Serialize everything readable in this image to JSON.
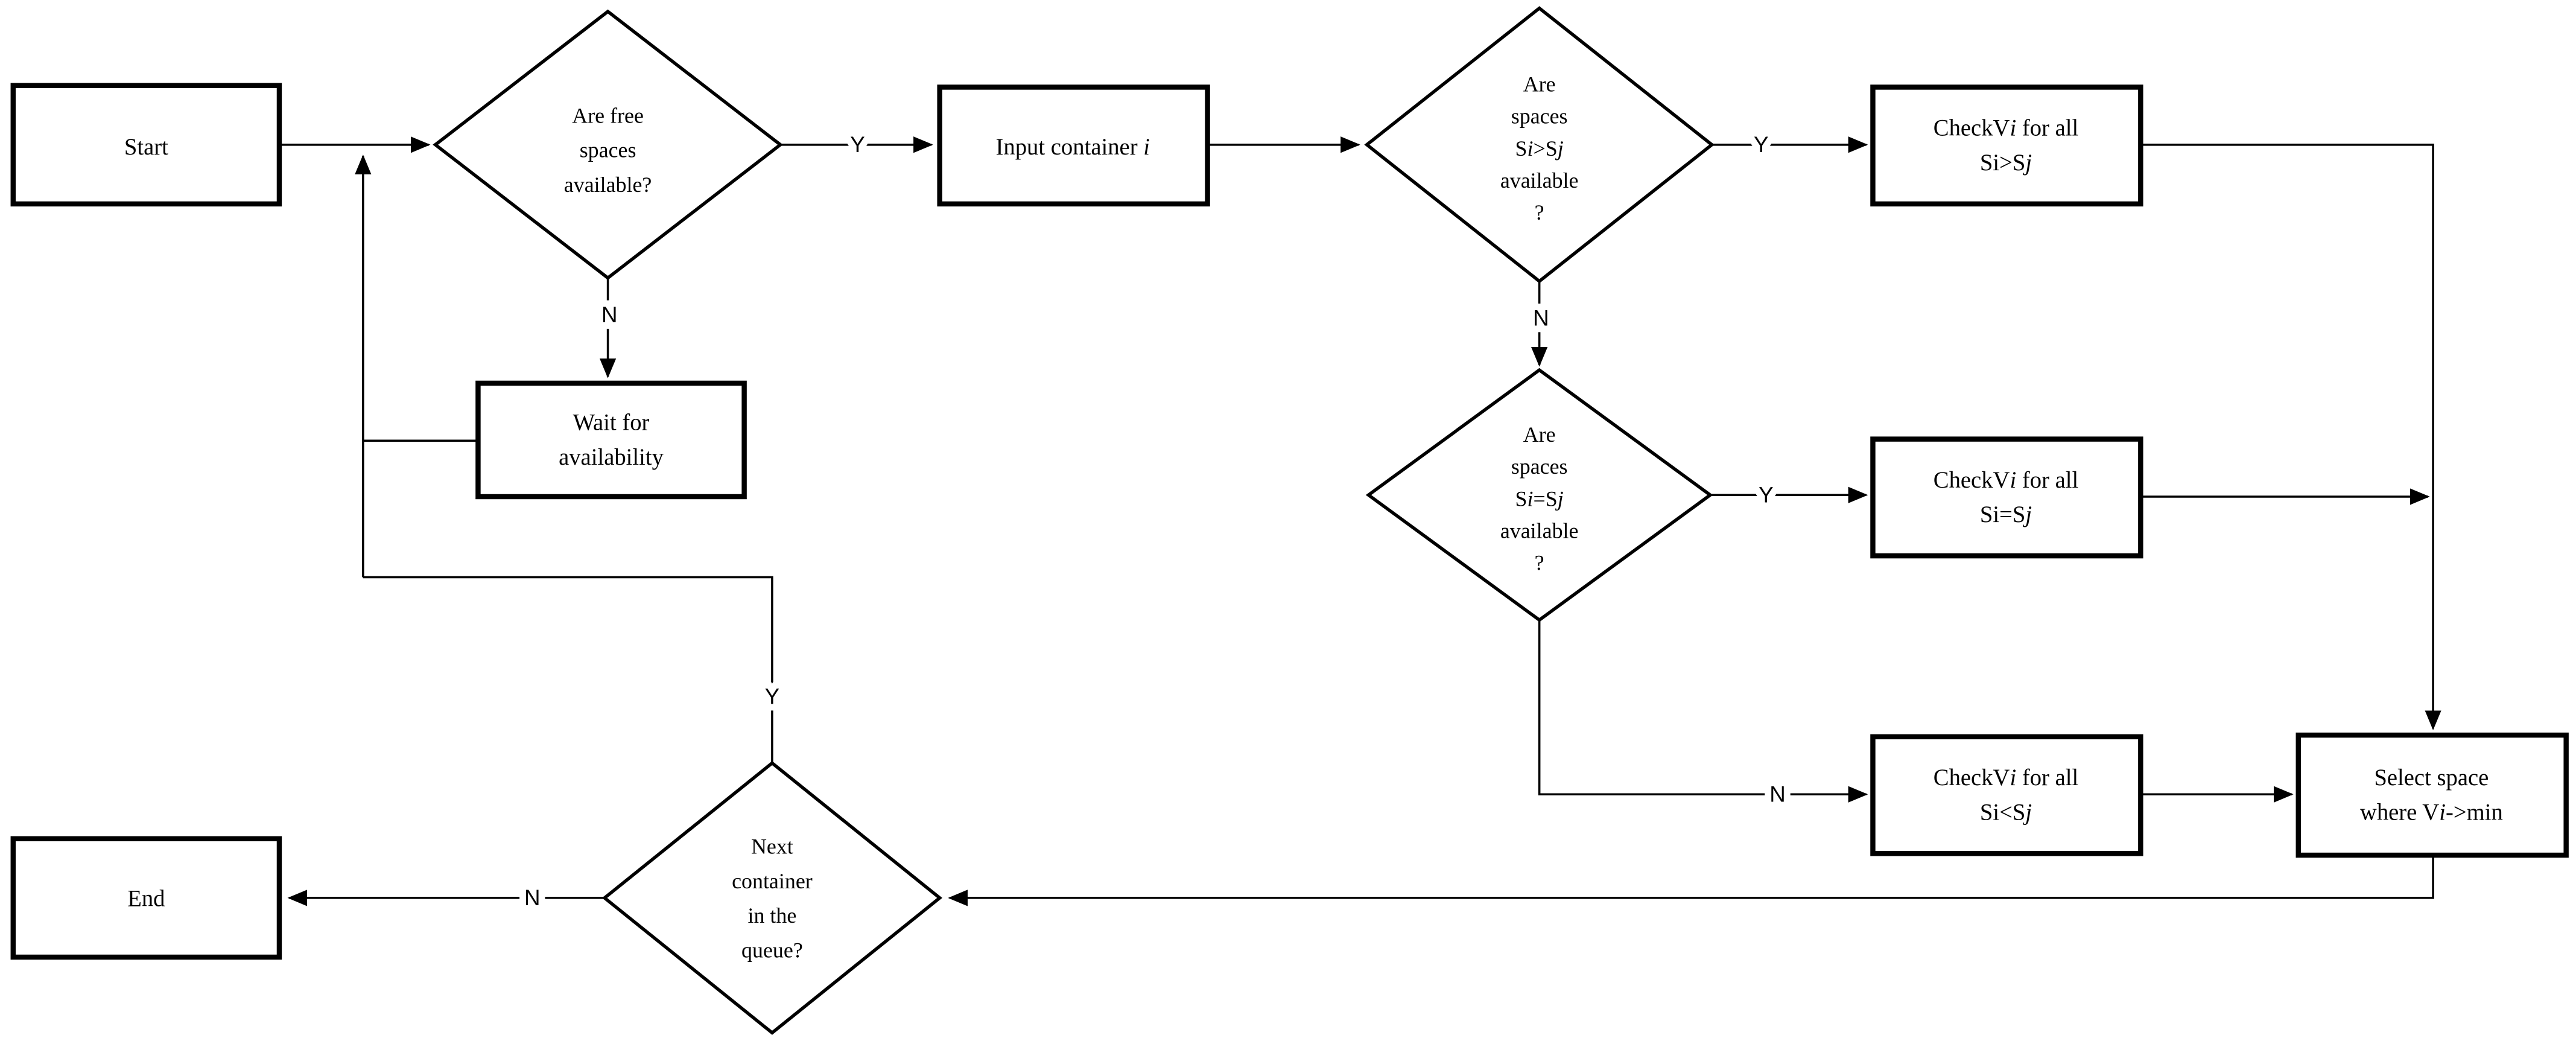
{
  "diagram": {
    "type": "flowchart",
    "colors": {
      "stroke": "#000000",
      "node_fill": "#ffffff",
      "background": "#ffffff"
    },
    "edge_labels": {
      "yes": "Y",
      "no": "N"
    },
    "nodes": {
      "start": {
        "shape": "process",
        "lines": [
          [
            "Start"
          ]
        ]
      },
      "free_spaces_decision": {
        "shape": "decision",
        "lines": [
          [
            "Are free"
          ],
          [
            "spaces"
          ],
          [
            "available?"
          ]
        ]
      },
      "wait_for_availability": {
        "shape": "process",
        "lines": [
          [
            "Wait for"
          ],
          [
            "availability"
          ]
        ]
      },
      "input_container": {
        "shape": "process",
        "lines": [
          [
            "Input container ",
            {
              "t": "i",
              "italic": true
            }
          ]
        ]
      },
      "spaces_gt_decision": {
        "shape": "decision",
        "lines": [
          [
            "Are"
          ],
          [
            "spaces"
          ],
          [
            "S",
            {
              "t": "i",
              "italic": true
            },
            ">S",
            {
              "t": "j",
              "italic": true
            }
          ],
          [
            "available"
          ],
          [
            "?"
          ]
        ]
      },
      "check_vi_gt": {
        "shape": "process",
        "lines": [
          [
            "CheckV",
            {
              "t": "i",
              "italic": true
            },
            " for all"
          ],
          [
            "Si>S",
            {
              "t": "j",
              "italic": true
            }
          ]
        ]
      },
      "spaces_eq_decision": {
        "shape": "decision",
        "lines": [
          [
            "Are"
          ],
          [
            "spaces"
          ],
          [
            "S",
            {
              "t": "i",
              "italic": true
            },
            "=S",
            {
              "t": "j",
              "italic": true
            }
          ],
          [
            "available"
          ],
          [
            "?"
          ]
        ]
      },
      "check_vi_eq": {
        "shape": "process",
        "lines": [
          [
            "CheckV",
            {
              "t": "i",
              "italic": true
            },
            " for all"
          ],
          [
            "Si=S",
            {
              "t": "j",
              "italic": true
            }
          ]
        ]
      },
      "check_vi_lt": {
        "shape": "process",
        "lines": [
          [
            "CheckV",
            {
              "t": "i",
              "italic": true
            },
            " for all"
          ],
          [
            "Si<S",
            {
              "t": "j",
              "italic": true
            }
          ]
        ]
      },
      "select_space": {
        "shape": "process",
        "lines": [
          [
            "Select space"
          ],
          [
            "where V",
            {
              "t": "i",
              "italic": true
            },
            "->min"
          ]
        ]
      },
      "next_container_decision": {
        "shape": "decision",
        "lines": [
          [
            "Next"
          ],
          [
            "container"
          ],
          [
            "in the"
          ],
          [
            "queue?"
          ]
        ]
      },
      "end": {
        "shape": "process",
        "lines": [
          [
            "End"
          ]
        ]
      }
    }
  }
}
